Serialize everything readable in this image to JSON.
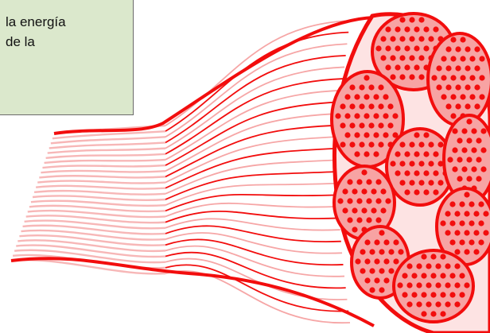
{
  "note": {
    "lines": [
      "la energía",
      "de la"
    ]
  },
  "colors": {
    "muscle_red": "#f20d0d",
    "fiber_pink": "#f6a6a6",
    "tendon_pink": "#f7b7b7",
    "fascicle_fill": "#f7a3a3",
    "cross_section_fill": "#fde3e3",
    "note_bg": "#dbe8cc"
  },
  "icons": {
    "muscle": "skeletal-muscle-cross-section-illustration"
  }
}
